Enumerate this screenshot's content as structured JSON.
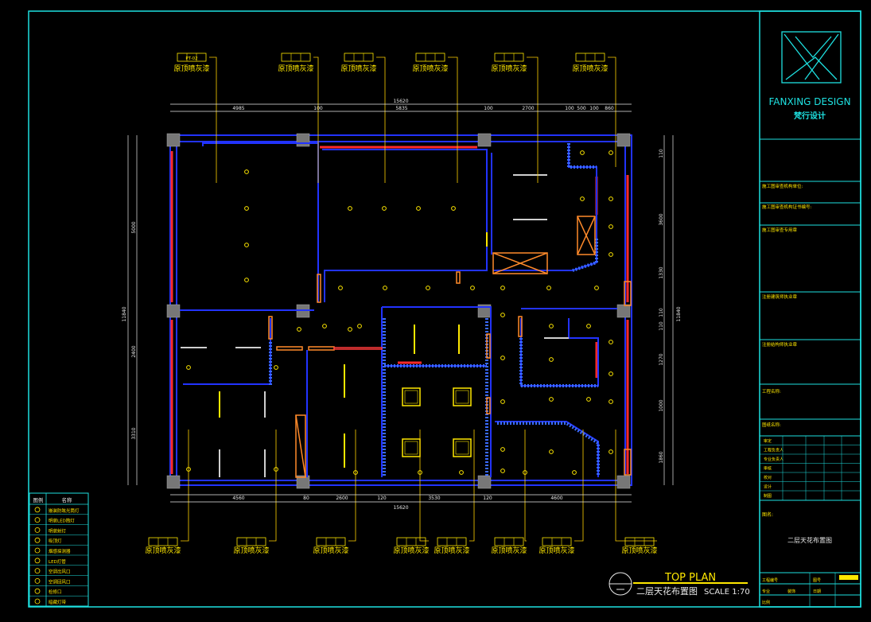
{
  "brand": {
    "name": "FANXING DESIGN",
    "subtitle": "梵行设计"
  },
  "plan": {
    "title_en": "TOP PLAN",
    "title_cn": "二层天花布置图",
    "scale": "SCALE 1:70",
    "dims_top": [
      "4985",
      "100",
      "5835",
      "100",
      "2700",
      "100",
      "500",
      "100",
      "860"
    ],
    "dims_top_total": "15620",
    "dims_bottom": [
      "4560",
      "80",
      "2600",
      "120",
      "3530",
      "120",
      "4600"
    ],
    "dims_bottom_total": "15620",
    "dims_left": [
      "5000",
      "2400",
      "3310"
    ],
    "dims_left_total": "11840",
    "dims_right": [
      "110",
      "3600",
      "110",
      "1330",
      "110",
      "1270",
      "1000",
      "1860"
    ],
    "dims_right_total": "11840",
    "ceiling_label": "原顶喷灰漆",
    "tag_codes": [
      "PT-02"
    ]
  },
  "legend": {
    "headers": [
      "图例",
      "名称"
    ],
    "items": [
      "嵌装防眩光筒灯",
      "明装LED筒灯",
      "明装射灯",
      "吸顶灯",
      "烟感探测器",
      "LED灯管",
      "空调出风口",
      "空调回风口",
      "检修口",
      "暗藏灯带"
    ]
  },
  "titleblock": {
    "rows": [
      "施工图审查机构单位:",
      "施工图审查机构证书编号:",
      "施工图审查专用章",
      "注册建筑师执业章",
      "注册结构师执业章",
      "工程名称:",
      "图纸名称:"
    ],
    "signoff": [
      "审定",
      "工程负责人",
      "专业负责人",
      "审核",
      "校对",
      "设计",
      "制图"
    ],
    "drawing_name_label": "图名:",
    "drawing_name": "二层天花布置图",
    "bottom": [
      "工程编号",
      "图号",
      "专业",
      "日期",
      "比例"
    ],
    "bottom_values": [
      "装饰"
    ]
  }
}
